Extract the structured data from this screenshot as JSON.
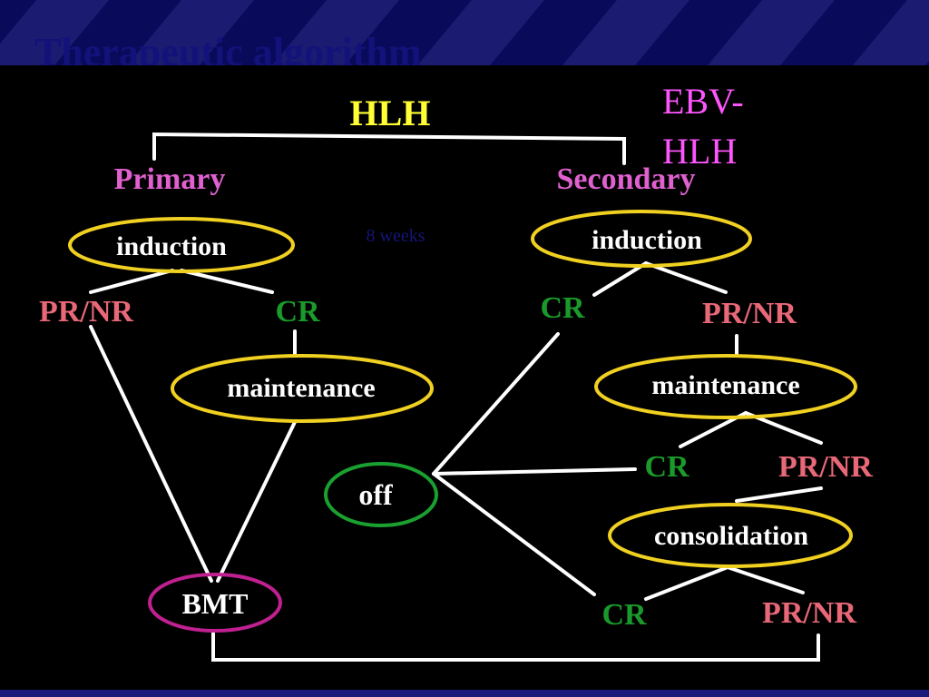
{
  "slide": {
    "title": "Therapeutic algorithm",
    "note": "8 weeks",
    "ebv_label_line1": "EBV-",
    "ebv_label_line2": "HLH"
  },
  "diagram": {
    "root": "HLH",
    "primary": {
      "label": "Primary",
      "induction": "induction",
      "pr_nr": "PR/NR",
      "cr": "CR",
      "maintenance": "maintenance",
      "bmt": "BMT"
    },
    "secondary": {
      "label": "Secondary",
      "induction": "induction",
      "cr": "CR",
      "pr_nr": "PR/NR",
      "maintenance": "maintenance",
      "maint_cr": "CR",
      "maint_pr_nr": "PR/NR",
      "consolidation": "consolidation",
      "consol_cr": "CR",
      "consol_pr_nr": "PR/NR"
    },
    "off": "off"
  },
  "colors": {
    "background": "#000000",
    "frame": "#0a0a5a",
    "root_text": "#ffff33",
    "branch_text": "#e060d0",
    "cr_text": "#1a9a2a",
    "prnr_text": "#e86878",
    "node_text": "#ffffff",
    "ellipse_yellow": "#f0d020",
    "ellipse_green": "#1aa030",
    "ellipse_magenta": "#c02090",
    "connector": "#ffffff",
    "ebv_text": "#ff55ff"
  }
}
